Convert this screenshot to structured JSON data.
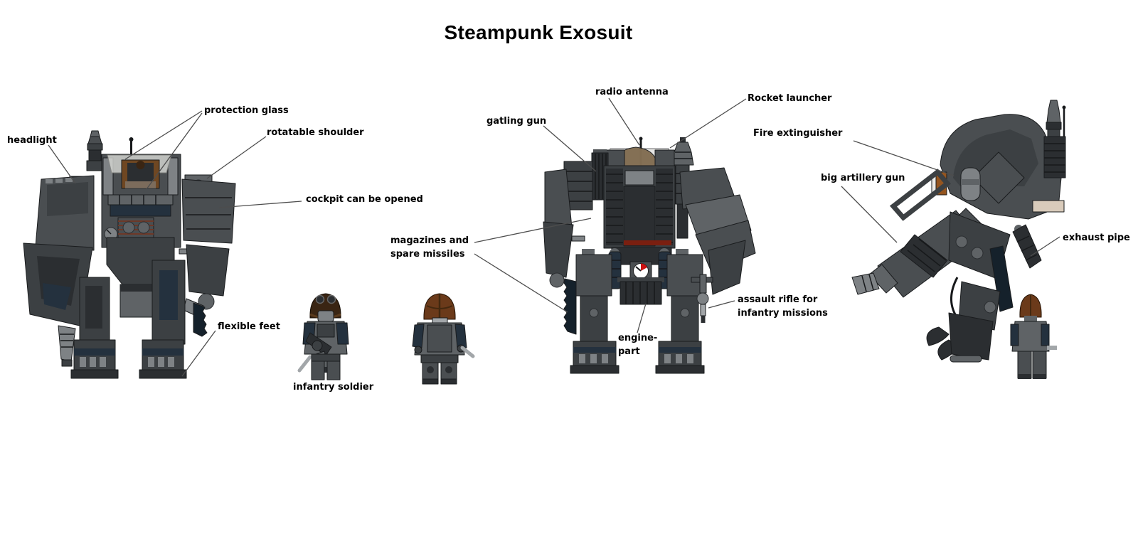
{
  "title": "Steampunk Exosuit",
  "palette": {
    "bg": "#ffffff",
    "text": "#000000",
    "leader": "#4d4d4d",
    "ink": "#1a1c1e",
    "g1": "#17191b",
    "g2": "#2b2e31",
    "g3": "#3c4043",
    "g4": "#4a4e51",
    "g5": "#5f6366",
    "g6": "#7e8285",
    "g7": "#a2a6a9",
    "navy": "#24313e",
    "navydark": "#15212b",
    "rust": "#6e3827",
    "rustred": "#7a1f10",
    "copper": "#95551f",
    "brown": "#6b3a1a",
    "darkbrown": "#3a2513",
    "seat": "#6f4722",
    "canopy": "#d9dad6",
    "canopybrown": "#7f6a4e",
    "tan": "#d9cbbb",
    "red": "#cc1111",
    "white": "#ffffff"
  },
  "annotations": [
    {
      "id": "headlight",
      "lines": [
        "headlight"
      ]
    },
    {
      "id": "protection-glass",
      "lines": [
        "protection glass"
      ]
    },
    {
      "id": "rotatable-shoulder",
      "lines": [
        "rotatable shoulder"
      ]
    },
    {
      "id": "cockpit",
      "lines": [
        "cockpit can be opened"
      ]
    },
    {
      "id": "flexible-feet",
      "lines": [
        "flexible feet"
      ]
    },
    {
      "id": "infantry-soldier",
      "lines": [
        "infantry soldier"
      ]
    },
    {
      "id": "gatling-gun",
      "lines": [
        "gatling gun"
      ]
    },
    {
      "id": "radio-antenna",
      "lines": [
        "radio antenna"
      ]
    },
    {
      "id": "rocket-launcher",
      "lines": [
        "Rocket launcher"
      ]
    },
    {
      "id": "fire-extinguisher",
      "lines": [
        "Fire extinguisher"
      ]
    },
    {
      "id": "big-artillery-gun",
      "lines": [
        "big artillery gun"
      ]
    },
    {
      "id": "magazines",
      "lines": [
        "magazines and",
        "spare missiles"
      ]
    },
    {
      "id": "assault-rifle",
      "lines": [
        "assault rifle for",
        "infantry missions"
      ]
    },
    {
      "id": "engine-part",
      "lines": [
        "engine-",
        "part"
      ]
    },
    {
      "id": "exhaust-pipe",
      "lines": [
        "exhaust pipe"
      ]
    }
  ]
}
